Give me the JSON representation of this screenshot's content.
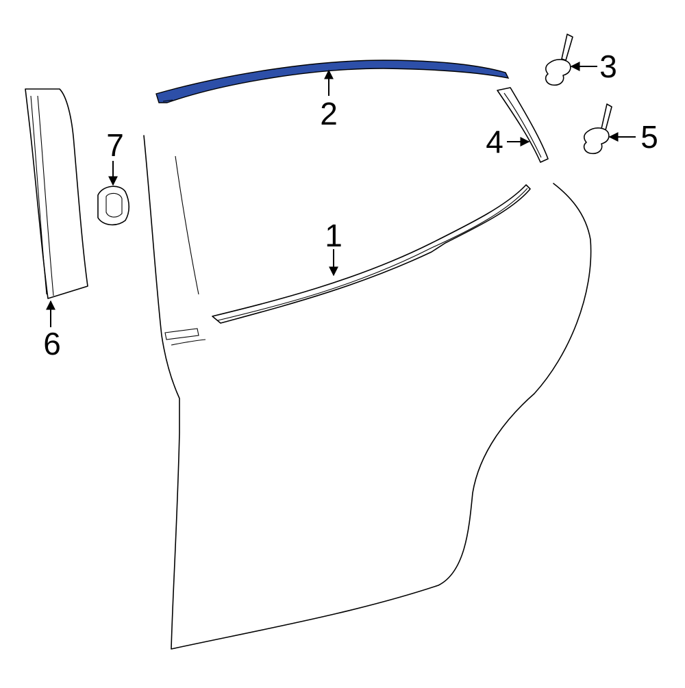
{
  "diagram": {
    "highlight_color": "#2d4fa8",
    "callouts": [
      {
        "id": "1",
        "label": "1"
      },
      {
        "id": "2",
        "label": "2"
      },
      {
        "id": "3",
        "label": "3"
      },
      {
        "id": "4",
        "label": "4"
      },
      {
        "id": "5",
        "label": "5"
      },
      {
        "id": "6",
        "label": "6"
      },
      {
        "id": "7",
        "label": "7"
      }
    ]
  }
}
